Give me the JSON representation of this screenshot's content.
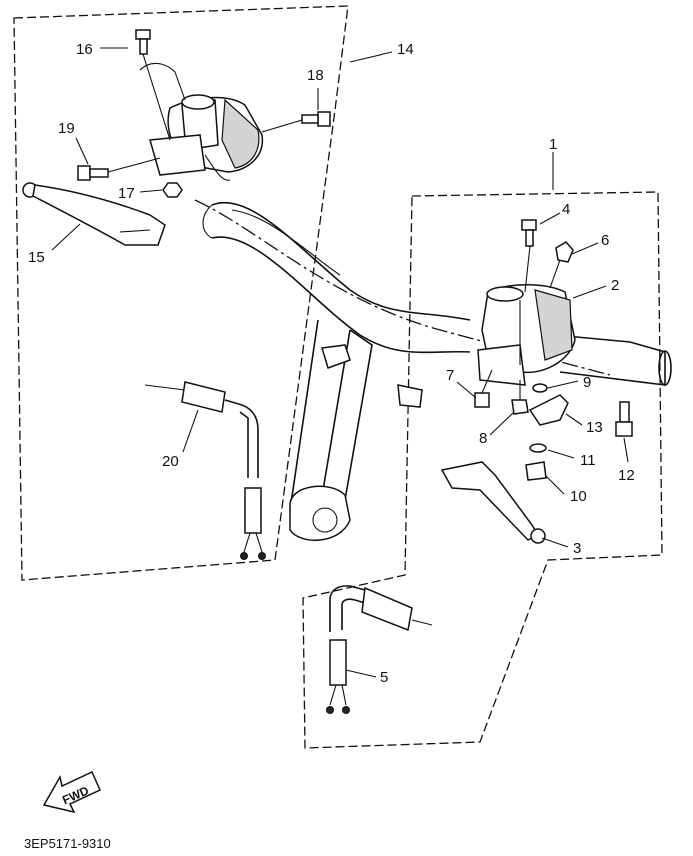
{
  "callouts": {
    "c1": "1",
    "c2": "2",
    "c3": "3",
    "c4": "4",
    "c5": "5",
    "c6": "6",
    "c7": "7",
    "c8": "8",
    "c9": "9",
    "c10": "10",
    "c11": "11",
    "c12": "12",
    "c13": "13",
    "c14": "14",
    "c15": "15",
    "c16": "16",
    "c17": "17",
    "c18": "18",
    "c19": "19",
    "c20": "20"
  },
  "fwd_arrow": {
    "label": "FWD"
  },
  "drawing_code": "3EP5171-9310"
}
